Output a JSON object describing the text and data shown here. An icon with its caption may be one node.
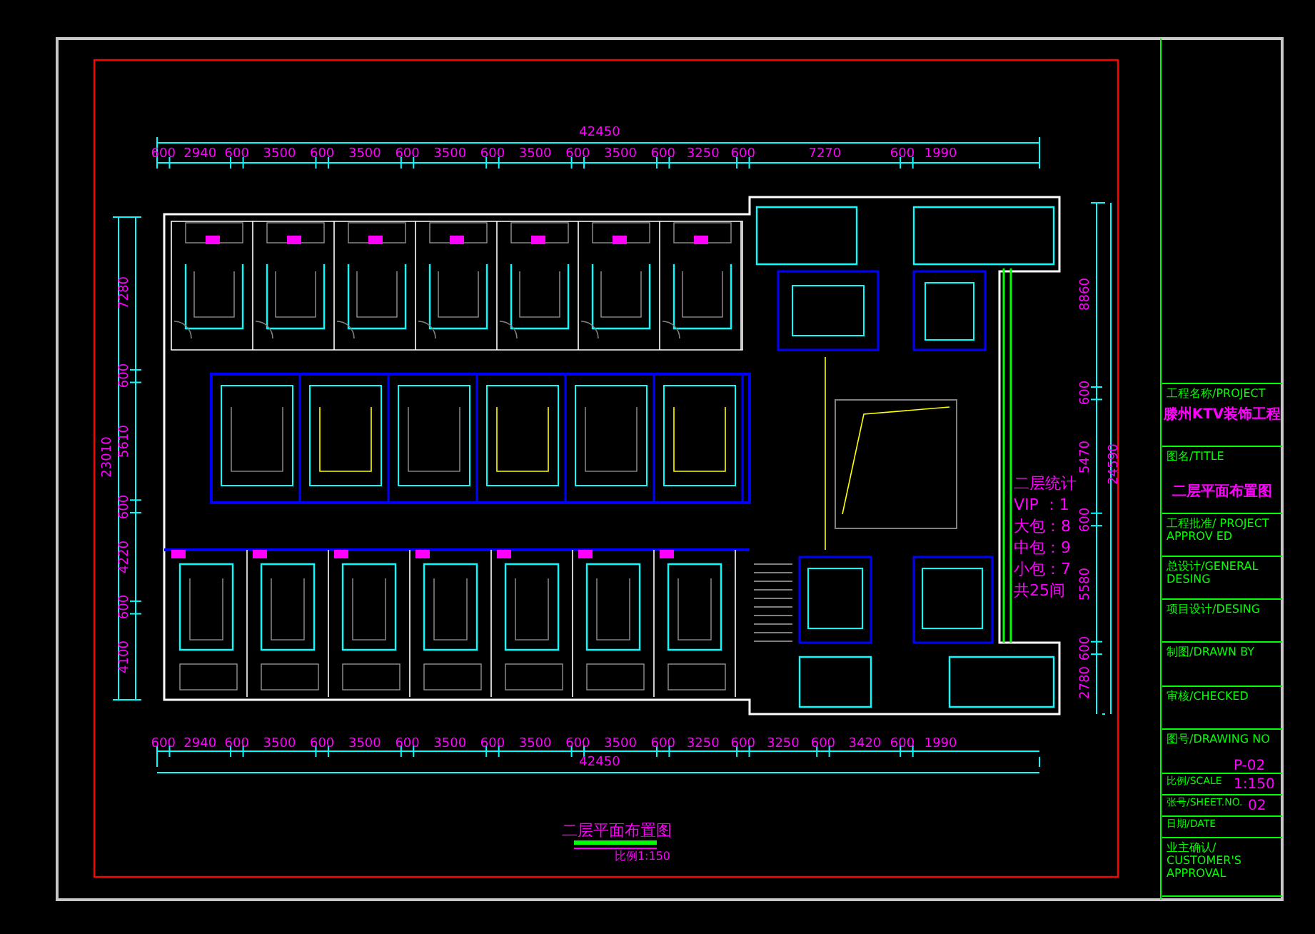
{
  "diagram": {
    "nodes": [
      {
        "text": [
          "工程名称/PROJECT",
          "滕州KTV装饰工程"
        ]
      },
      {
        "text": [
          "图名/TITLE",
          "二层平面布置图"
        ]
      },
      {
        "text": [
          "工程批准/ PROJECT APPROV ED"
        ]
      },
      {
        "text": [
          "总设计/GENERAL DESING"
        ]
      },
      {
        "text": [
          "项目设计/DESING"
        ]
      },
      {
        "text": [
          "制图/DRAWN BY"
        ]
      },
      {
        "text": [
          "审核/CHECKED"
        ]
      },
      {
        "text": [
          "图号/DRAWING NO",
          "P-02"
        ]
      },
      {
        "text": [
          "比例/SCALE",
          "1:150"
        ]
      },
      {
        "text": [
          "张号/SHEET.NO.",
          "02"
        ]
      },
      {
        "text": [
          "日期/DATE"
        ]
      },
      {
        "text": [
          "业主确认/ CUSTOMER'S APPROVAL"
        ]
      }
    ],
    "labels": [
      "42450",
      "600",
      "2940",
      "600",
      "3500",
      "600",
      "3500",
      "600",
      "3500",
      "600",
      "3500",
      "600",
      "3500",
      "600",
      "3250",
      "600",
      "7270",
      "600",
      "1990",
      "23010",
      "7280",
      "600",
      "5610",
      "600",
      "4220",
      "600",
      "4100",
      "8860",
      "600",
      "5470",
      "600",
      "5580",
      "600",
      "2780",
      "24590",
      "二层统计",
      "VIP ：1",
      "大包：8",
      "中包：9",
      "小包：7",
      "共25间",
      "600",
      "2940",
      "600",
      "3500",
      "600",
      "3500",
      "600",
      "3500",
      "600",
      "3500",
      "600",
      "3500",
      "600",
      "3250",
      "600",
      "3250",
      "600",
      "3420",
      "600",
      "1990",
      "42450",
      "二层平面布置图",
      "比例1:150"
    ]
  }
}
